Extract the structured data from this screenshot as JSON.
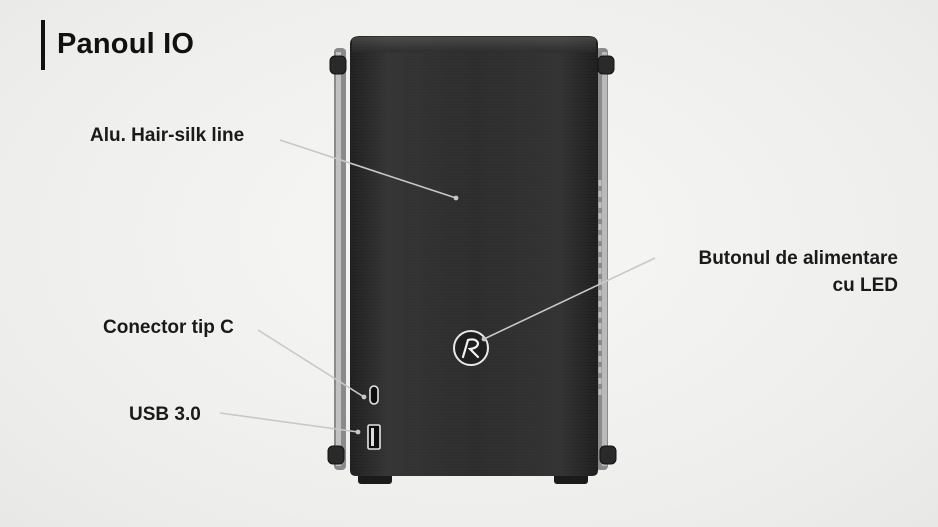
{
  "title": "Panoul IO",
  "labels": {
    "alu": "Alu. Hair-silk line",
    "power_line1": "Butonul de alimentare",
    "power_line2": "cu LED",
    "typec": "Conector tip C",
    "usb": "USB 3.0"
  },
  "icons": {
    "power_button": "power-button-logo-icon",
    "typec_port": "usb-c-port-icon",
    "usb_port": "usb-a-port-icon"
  },
  "colors": {
    "panel": "#2b2b2b",
    "leader_line": "#c8c8c8",
    "text": "#1a1a1a"
  }
}
